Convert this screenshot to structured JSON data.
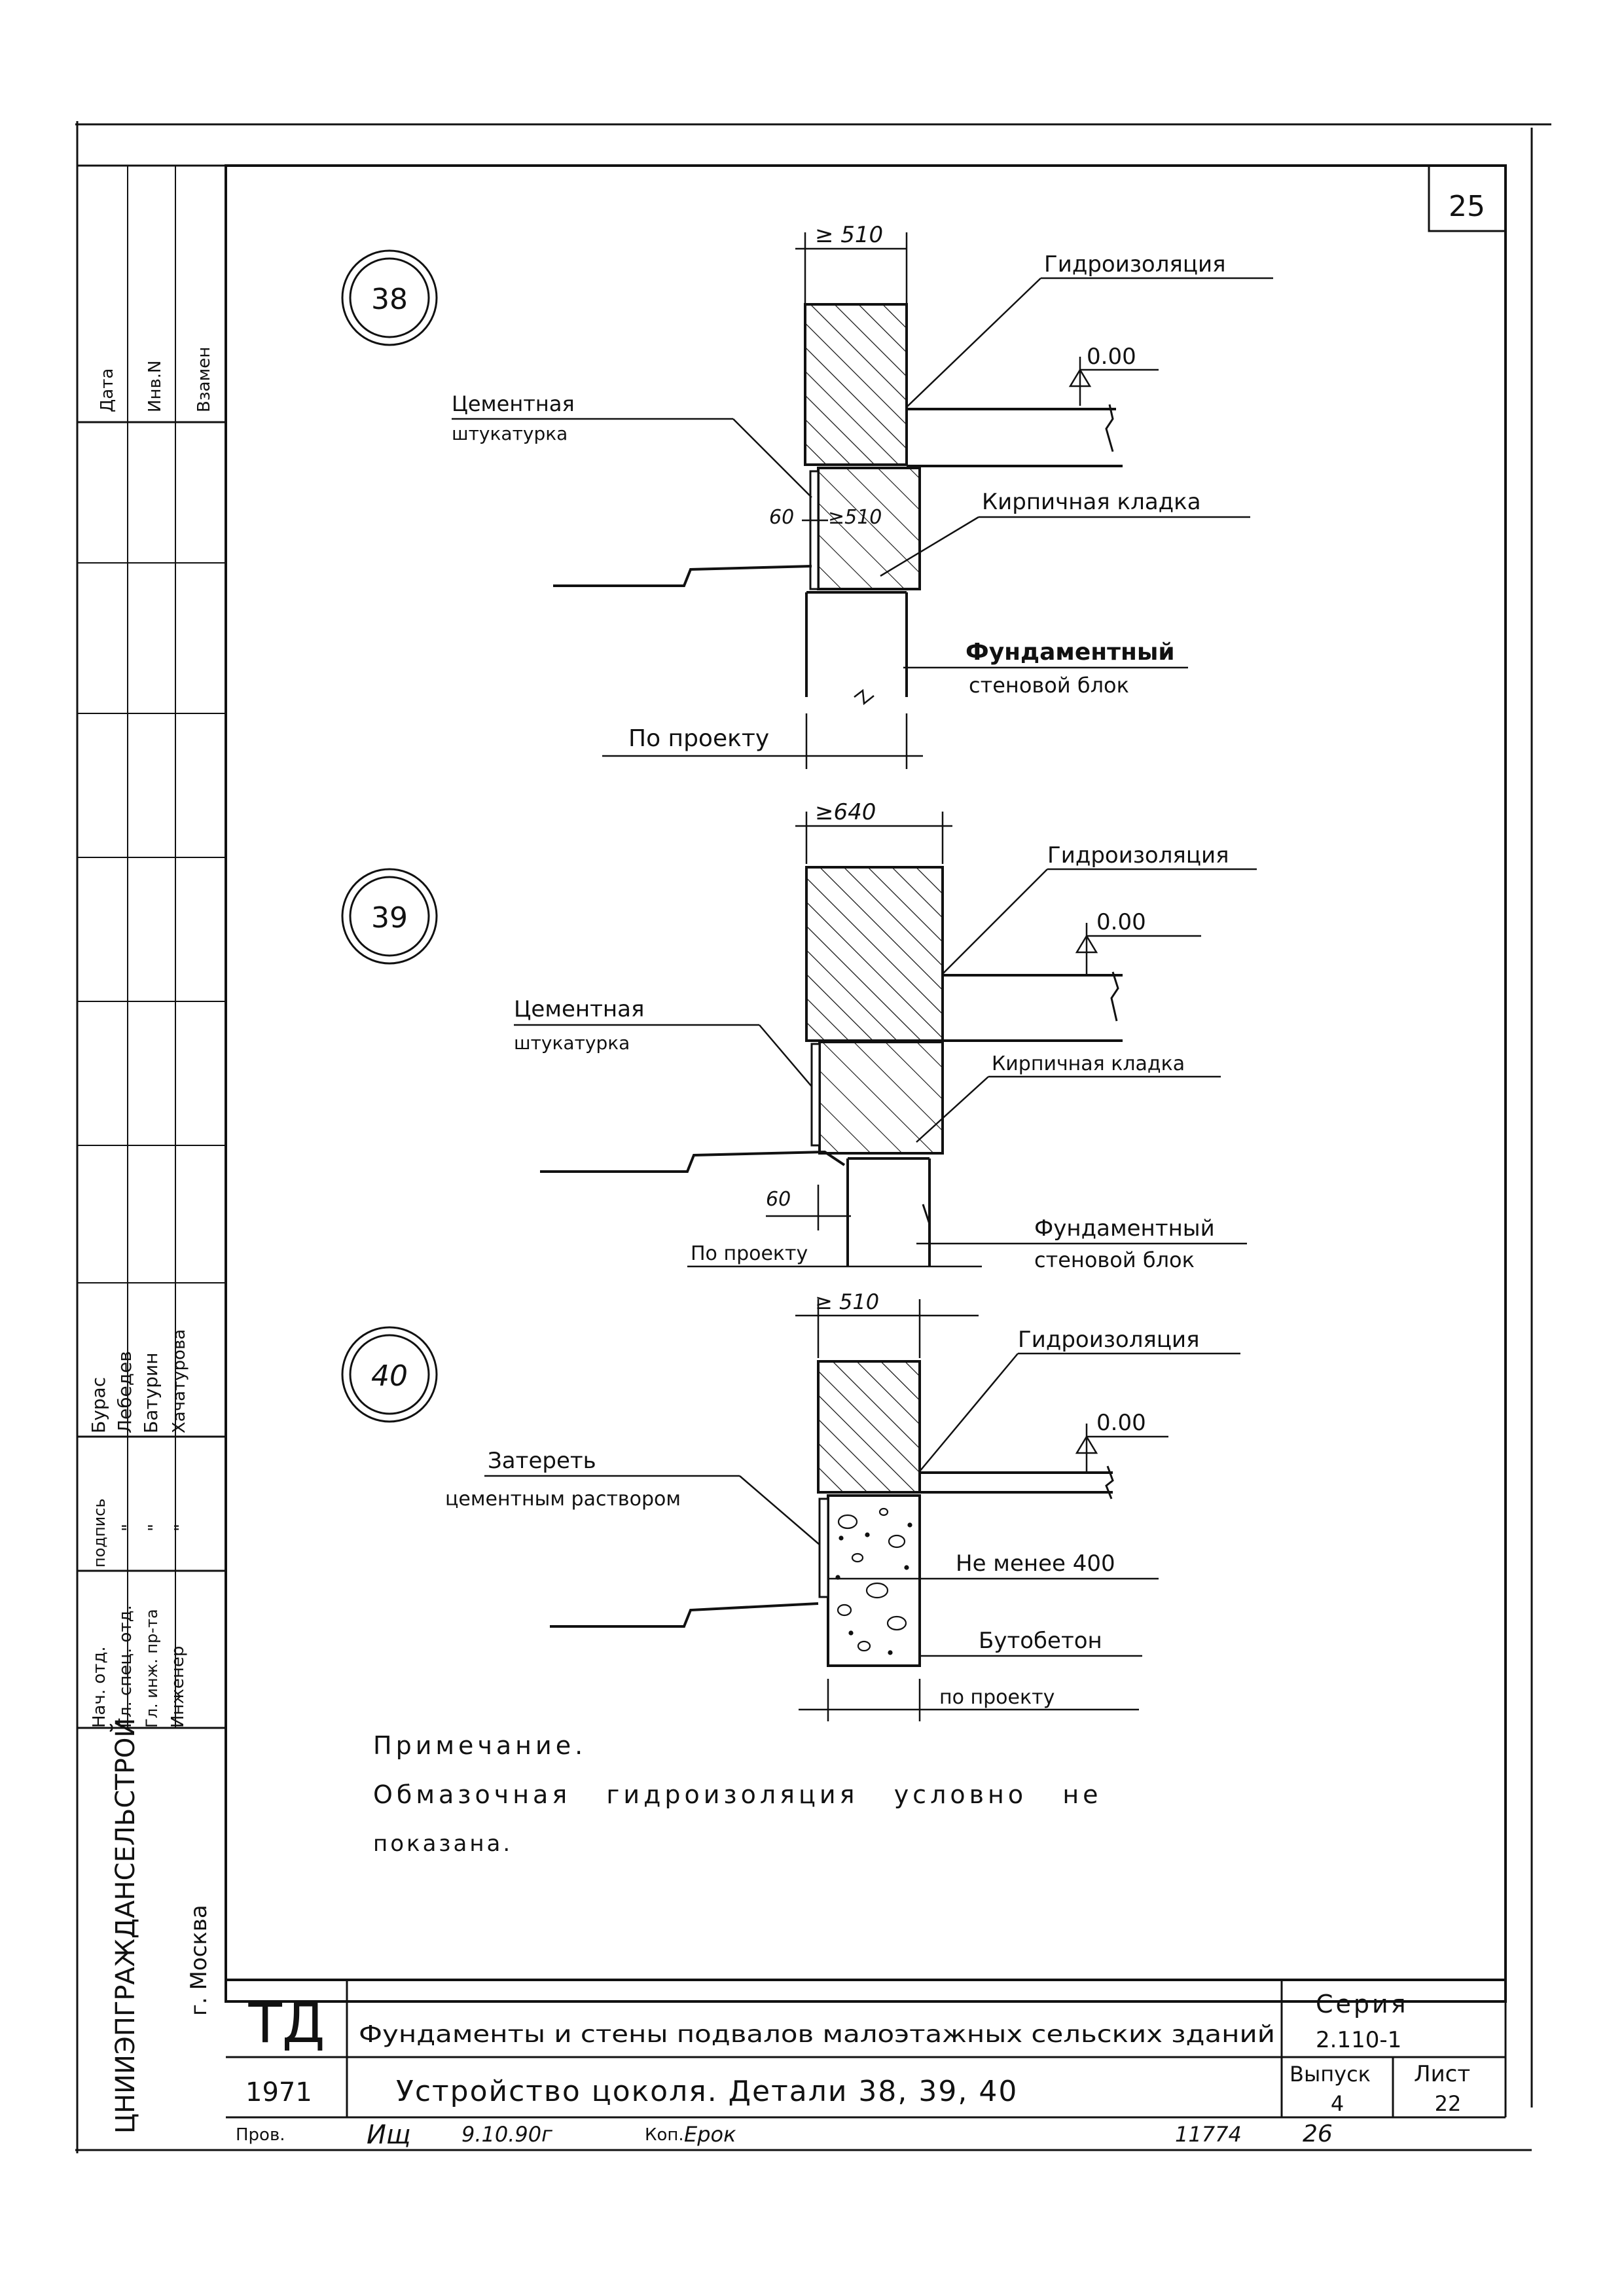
{
  "sheet_number": "25",
  "left_stamp": {
    "col_headers": [
      "Дата",
      "Инв.N",
      "Взамен"
    ],
    "roles": [
      "Нач. отд.",
      "Гл. спец. отд.",
      "Гл. инж. пр-та",
      "Инженер"
    ],
    "signature_header": "подпись",
    "signature_marks": [
      "\"",
      "\"",
      "\""
    ],
    "names": [
      "Бурас",
      "Лебедев",
      "Батурин",
      "Хачатурова"
    ],
    "organization": "ЦНИИЭПГРАЖДАНСЕЛЬСТРОЙ",
    "city": "г. Москва"
  },
  "details": [
    {
      "number": "38",
      "top_dim": "≥ 510",
      "waterproofing": "Гидроизоляция",
      "level": "0.00",
      "plaster_line1": "Цементная",
      "plaster_line2": "штукатурка",
      "small_dim": "60",
      "inner_dim": "≥510",
      "masonry": "Кирпичная кладка",
      "block_line1": "Фундаментный",
      "block_line2": "стеновой блок",
      "bottom_dim": "По проекту"
    },
    {
      "number": "39",
      "top_dim": "≥640",
      "waterproofing": "Гидроизоляция",
      "level": "0.00",
      "plaster_line1": "Цементная",
      "plaster_line2": "штукатурка",
      "masonry": "Кирпичная кладка",
      "small_dim": "60",
      "block_line1": "Фундаментный",
      "block_line2": "стеновой блок",
      "bottom_dim": "По проекту"
    },
    {
      "number": "40",
      "top_dim": "≥ 510",
      "waterproofing": "Гидроизоляция",
      "level": "0.00",
      "plaster_line1": "Затереть",
      "plaster_line2": "цементным раствором",
      "min_label": "Не менее 400",
      "concrete": "Бутобетон",
      "bottom_dim": "по проекту"
    }
  ],
  "note": {
    "title": "Примечание.",
    "line1": "Обмазочная   гидроизоляция   условно   не",
    "line2": "показана."
  },
  "title_block": {
    "logo": "ТД",
    "project_title": "Фундаменты и стены подвалов малоэтажных сельских зданий",
    "seria_label": "Серия",
    "seria_value": "2.110-1",
    "year": "1971",
    "drawing_title": "Устройство цоколя. Детали 38, 39, 40",
    "vypusk_label": "Выпуск",
    "vypusk_value": "4",
    "list_label": "Лист",
    "list_value": "22"
  },
  "footer": {
    "checked": "Пров.",
    "signature": "Ищ",
    "date": "9.10.90г",
    "copy_label": "Коп.",
    "copy_sign": "Ерок",
    "archive_number": "11774",
    "page": "26"
  }
}
